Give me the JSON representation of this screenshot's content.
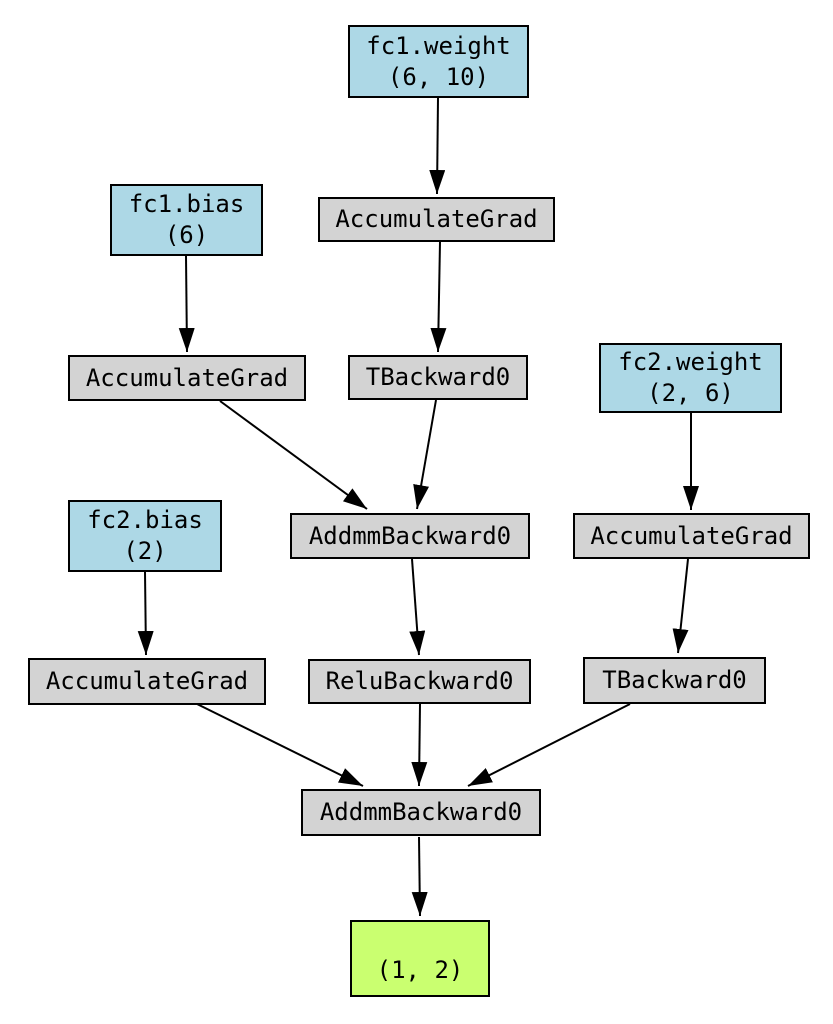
{
  "graph": {
    "description": "autograd-computation-graph",
    "colors": {
      "param_fill": "#ADD8E6",
      "op_fill": "#D3D3D3",
      "output_fill": "#CAFF70",
      "border_color": "#000000",
      "edge_color": "#000000",
      "background": "#FFFFFF"
    },
    "nodes": [
      {
        "id": "fc1-weight",
        "type": "param",
        "label": "fc1.weight\n(6, 10)"
      },
      {
        "id": "accgrad-fc1w",
        "type": "op",
        "label": "AccumulateGrad"
      },
      {
        "id": "fc1-bias",
        "type": "param",
        "label": "fc1.bias\n(6)"
      },
      {
        "id": "accgrad-fc1b",
        "type": "op",
        "label": "AccumulateGrad"
      },
      {
        "id": "tbackward-fc1",
        "type": "op",
        "label": "TBackward0"
      },
      {
        "id": "fc2-weight",
        "type": "param",
        "label": "fc2.weight\n(2, 6)"
      },
      {
        "id": "accgrad-fc2w",
        "type": "op",
        "label": "AccumulateGrad"
      },
      {
        "id": "fc2-bias",
        "type": "param",
        "label": "fc2.bias\n(2)"
      },
      {
        "id": "accgrad-fc2b",
        "type": "op",
        "label": "AccumulateGrad"
      },
      {
        "id": "addmm-hidden",
        "type": "op",
        "label": "AddmmBackward0"
      },
      {
        "id": "relu",
        "type": "op",
        "label": "ReluBackward0"
      },
      {
        "id": "tbackward-fc2",
        "type": "op",
        "label": "TBackward0"
      },
      {
        "id": "addmm-output",
        "type": "op",
        "label": "AddmmBackward0"
      },
      {
        "id": "output-tensor",
        "type": "output",
        "label": "(1, 2)"
      }
    ],
    "edges": [
      {
        "from": "fc1-weight",
        "to": "accgrad-fc1w"
      },
      {
        "from": "accgrad-fc1w",
        "to": "tbackward-fc1"
      },
      {
        "from": "fc1-bias",
        "to": "accgrad-fc1b"
      },
      {
        "from": "accgrad-fc1b",
        "to": "addmm-hidden"
      },
      {
        "from": "tbackward-fc1",
        "to": "addmm-hidden"
      },
      {
        "from": "fc2-weight",
        "to": "accgrad-fc2w"
      },
      {
        "from": "accgrad-fc2w",
        "to": "tbackward-fc2"
      },
      {
        "from": "fc2-bias",
        "to": "accgrad-fc2b"
      },
      {
        "from": "addmm-hidden",
        "to": "relu"
      },
      {
        "from": "relu",
        "to": "addmm-output"
      },
      {
        "from": "accgrad-fc2b",
        "to": "addmm-output"
      },
      {
        "from": "tbackward-fc2",
        "to": "addmm-output"
      },
      {
        "from": "addmm-output",
        "to": "output-tensor"
      }
    ]
  }
}
